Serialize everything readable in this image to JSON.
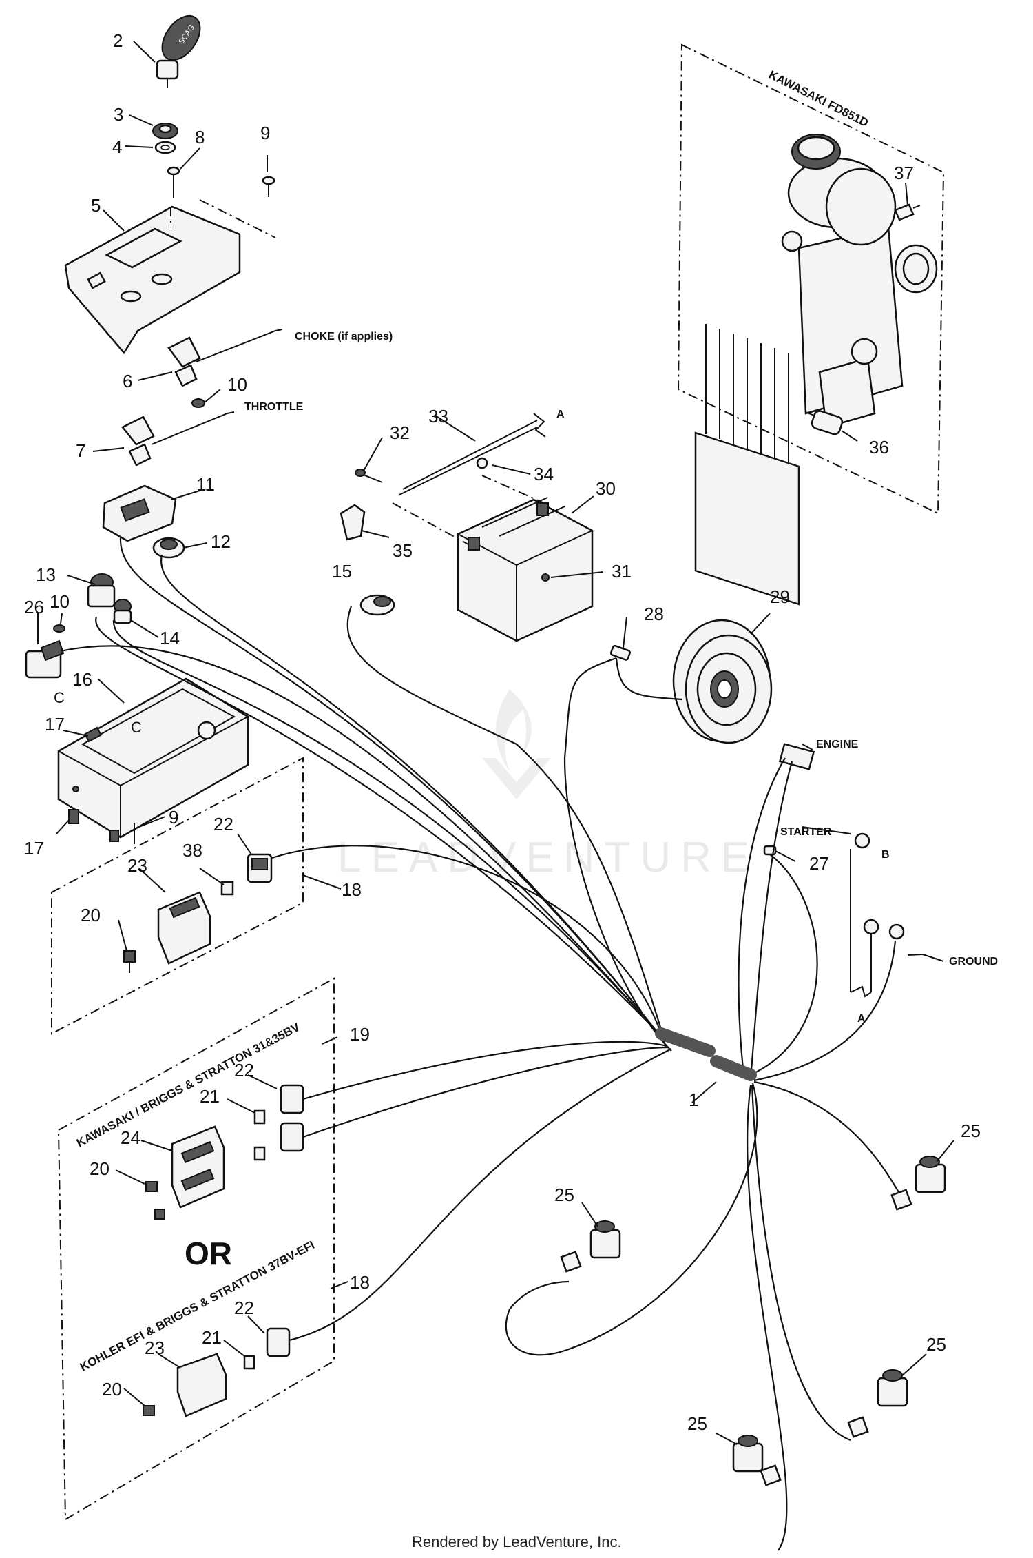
{
  "callouts": {
    "c1": "1",
    "c2": "2",
    "c3": "3",
    "c4": "4",
    "c5": "5",
    "c6": "6",
    "c7": "7",
    "c8": "8",
    "c9": "9",
    "c9b": "9",
    "c10": "10",
    "c10b": "10",
    "c11": "11",
    "c12": "12",
    "c13": "13",
    "c14": "14",
    "c15": "15",
    "c16": "16",
    "c17": "17",
    "c17b": "17",
    "c18": "18",
    "c18b": "18",
    "c19": "19",
    "c20": "20",
    "c20b": "20",
    "c20c": "20",
    "c21": "21",
    "c21b": "21",
    "c22": "22",
    "c22b": "22",
    "c22c": "22",
    "c23": "23",
    "c23b": "23",
    "c24": "24",
    "c25a": "25",
    "c25b": "25",
    "c25c": "25",
    "c25d": "25",
    "c26": "26",
    "c27": "27",
    "c28": "28",
    "c29": "29",
    "c30": "30",
    "c31": "31",
    "c32": "32",
    "c33": "33",
    "c34": "34",
    "c35": "35",
    "c36": "36",
    "c37": "37",
    "c38": "38"
  },
  "labels": {
    "choke": "CHOKE (if applies)",
    "throttle": "THROTTLE",
    "engine": "ENGINE",
    "starter": "STARTER",
    "ground": "GROUND",
    "ref_a_top": "A",
    "ref_a_bottom": "A",
    "ref_b": "B",
    "ref_c1": "C",
    "ref_c2": "C",
    "key_fob": "SCAG"
  },
  "boxes": {
    "engine_box": "KAWASAKI FD851D",
    "kawasaki_box": "KAWASAKI / BRIGGS & STRATTON 31&35BV",
    "or_text": "OR",
    "kohler_box": "KOHLER EFI & BRIGGS & STRATTON 37BV-EFI"
  },
  "watermark": "LEADVENTURE",
  "footer": "Rendered by LeadVenture, Inc."
}
